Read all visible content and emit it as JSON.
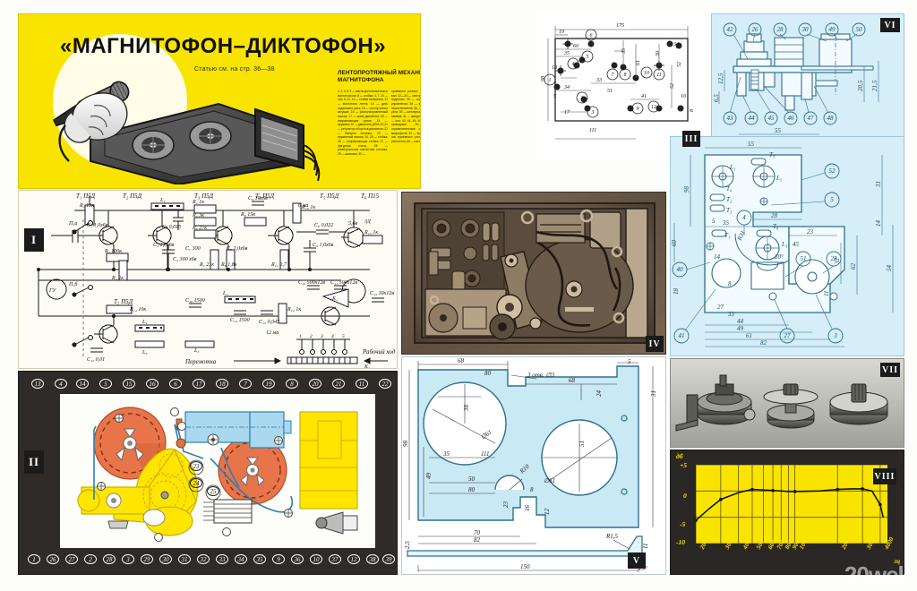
{
  "header": {
    "title": "«МАГНИТОФОН–ДИКТОФОН»",
    "subtitle": "Статью см. на стр. 36—38",
    "mech_heading": "ЛЕНТОПРОТЯЖНЫЙ МЕХАНИЗМ МАГНИТОФОНА",
    "legend_col1": "1, 2, 3, 5, 9 — винты крепления платы магнитофона; 8 — стойка; 4, 7, 10 — оси; 6, 11, 12 — стойки налимные; 13 — магнитная лента; 14 — диск подающего узла; 15 — сектор ключа катушки; 16 — разнонаправленный пассик; 17 — шкив двигателя; 18 — направляющая ролик; 19 — пружина; 20 — двигатель ДПМ-20; 21 — регулятор оборотов двигателя; 22 — батарея питания; 23 — пружинный пассик; 24, 25 — стойка; 26 — направляющая стойка; 27 — фигурная плата; 28 — универсальная магнитная головка; 29 — шкивами; 30 —",
    "legend_col2": "приёмного ролика; 31 — ведущий вал; 32—33 — сектора; 34 — стойка подмотки; 35 — тормозная стойка управления; 36 — фиксатор; 37 — переключатель; 38 — ось приёмного узла; 39 — штекерная головка; 40 — шкивов; 41 — фигурная пружина; 42 — ось; 43, 44, 45, 46, 47, 48 — оси приводные; 49, 50 — ограничительные стойки; 51 — микрофона; 52 — вид сверху; 53 — ось приёмного узла; 54 — плата усилителя; 55 — настройка"
  },
  "panels": {
    "schematic_roman": "I",
    "mech2_roman": "II",
    "draw3_roman": "III",
    "photo4_roman": "IV",
    "draw5_roman": "V",
    "draw6_roman": "VI",
    "photo7_roman": "VII",
    "chart8_roman": "VIII"
  },
  "schematic": {
    "transistors": [
      "T₁ П5Д",
      "T₂ П5Д",
      "T₃ П5Д",
      "T₄ П5Д",
      "T₅ П5Д",
      "T₆ П15",
      "T₇ П5Д"
    ],
    "resistors": [
      "R₁ 13к",
      "R₂ 100к",
      "R₃ 2к",
      "R₄ 1к",
      "R₅ 3к",
      "R₆ 27к",
      "R₇ 21к",
      "R₈ 1,8к",
      "R₉ 15к",
      "R₁₀ 1к",
      "R₁₁ 2,7",
      "R₁₂ 1к",
      "R₁₃ 1к",
      "R₁₄ 10к"
    ],
    "capacitors": [
      "C₁ 1,0x6в",
      "C₂ 0,015",
      "C₃ 300 x6в",
      "C₄ 1,0x6в",
      "C₅ 10x6в",
      "C₆ 1,0x6в",
      "C₇ 300",
      "C₈ 0,022",
      "C₉ 1,0x6в",
      "C₁₀ 500x12в",
      "C₁₁ 500x12в",
      "C₁₂ 30x12в",
      "C₁₃ 0,047",
      "C₁₄ 1500",
      "C₁₅ 0,01",
      "C₁₆ 1500"
    ],
    "coils": [
      "L₁",
      "L₂",
      "L₃",
      "L₄",
      "L₅"
    ],
    "switches": [
      "П₁а",
      "П₁б"
    ],
    "parts": [
      "ГУ",
      "К₁",
      "К₂",
      "ЗД"
    ],
    "currents": [
      "6 ма",
      "12 ма",
      "5,6в"
    ],
    "modes": [
      "Перемотка",
      "Рабочий ход"
    ],
    "contacts": [
      "1",
      "2",
      "3",
      "4",
      "5"
    ]
  },
  "mech2": {
    "top_callouts": [
      "13",
      "4",
      "14",
      "5",
      "15",
      "16",
      "6",
      "17",
      "18",
      "7",
      "19",
      "8",
      "20",
      "21",
      "11",
      "22"
    ],
    "bottom_callouts": [
      "1",
      "26",
      "27",
      "2",
      "28",
      "3",
      "29",
      "30",
      "31",
      "32",
      "33",
      "34",
      "35",
      "9",
      "36",
      "10",
      "37",
      "12",
      "38",
      "39"
    ],
    "inner_callouts": [
      "23",
      "24",
      "25"
    ]
  },
  "draw3": {
    "callouts": [
      "1",
      "2",
      "3",
      "4",
      "5",
      "6",
      "7",
      "8",
      "9",
      "10",
      "11",
      "12"
    ],
    "dims": [
      "175",
      "19",
      "60",
      "35",
      "18",
      "34",
      "33",
      "51",
      "35",
      "61",
      "30",
      "34",
      "52",
      "41",
      "17",
      "111",
      "10",
      "8",
      "5",
      "52",
      "98"
    ]
  },
  "draw5": {
    "dims": [
      "68",
      "80",
      "68",
      "5",
      "24",
      "31",
      "3 отв. ∅3",
      "38",
      "∅61",
      "35",
      "111",
      "49",
      "50",
      "80",
      "R10",
      "∅61",
      "51",
      "23",
      "16",
      "8",
      "12",
      "70",
      "82",
      "150",
      "2,5",
      "R1,5",
      "11",
      "15°",
      "98"
    ]
  },
  "draw6": {
    "top_callouts": [
      "42",
      "26",
      "28",
      "30",
      "49",
      "50"
    ],
    "bottom_callouts": [
      "43",
      "44",
      "45",
      "46",
      "47",
      "48"
    ],
    "dims": [
      "55",
      "12,5",
      "6,5",
      "20,5",
      "21,5"
    ]
  },
  "draw7": {
    "callouts": [
      "52",
      "5",
      "4",
      "51",
      "28",
      "40",
      "41",
      "27",
      "3",
      "30"
    ],
    "components": [
      "L₁",
      "L₂",
      "L₃",
      "T₁",
      "T₂",
      "T₃",
      "T₄",
      "T₅",
      "T₆"
    ],
    "dims": [
      "55",
      "98",
      "31",
      "14",
      "54",
      "28",
      "35",
      "60",
      "23",
      "32",
      "62",
      "44",
      "49",
      "61",
      "82",
      "33",
      "27",
      "45",
      "20°",
      "R31",
      "11",
      "14",
      "5",
      "18",
      "8"
    ]
  },
  "chart_data": {
    "type": "line",
    "title": "",
    "xlabel": "гц",
    "ylabel": "дб",
    "log_x": true,
    "xlim": [
      200,
      4500
    ],
    "ylim": [
      -10,
      5
    ],
    "yticks": [
      -10,
      -5,
      0,
      5
    ],
    "ytick_labels": [
      "-10",
      "-5",
      "0",
      "+5"
    ],
    "xticks": [
      200,
      300,
      400,
      500,
      600,
      700,
      800,
      900,
      1000,
      2000,
      3000,
      4000
    ],
    "xtick_labels": [
      "200",
      "300",
      "400",
      "500",
      "600",
      "700",
      "800",
      "900",
      "1000",
      "2000",
      "3000",
      "4000"
    ],
    "grid": true,
    "legend": "none",
    "series": [
      {
        "name": "Частотная характеристика",
        "x": [
          200,
          250,
          300,
          400,
          500,
          600,
          700,
          800,
          900,
          1000,
          1500,
          2000,
          2500,
          3000,
          3500,
          4000,
          4200
        ],
        "y": [
          -5.6,
          -3.3,
          -1.6,
          -0.3,
          0.3,
          0.2,
          0.1,
          0.0,
          -0.1,
          -0.1,
          0.0,
          0.3,
          0.4,
          0.4,
          0.0,
          -2.6,
          -5.0
        ]
      }
    ]
  },
  "watermark": "20wek"
}
